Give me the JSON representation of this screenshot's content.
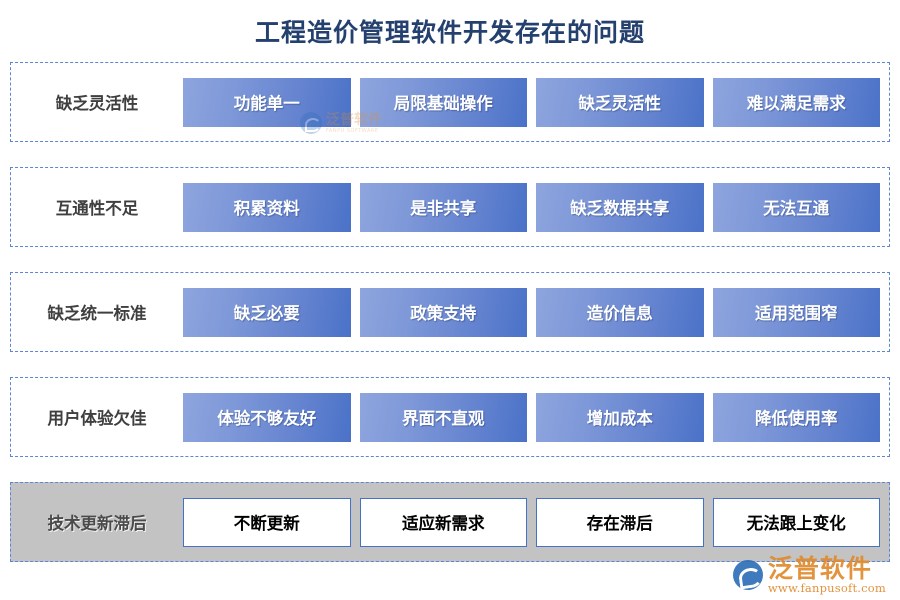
{
  "header": {
    "title": "工程造价管理软件开发存在的问题",
    "title_color": "#24406E"
  },
  "theme": {
    "cell_gradient_start": "#8EA5DE",
    "cell_gradient_end": "#4A72C8",
    "row_border_color": "#5B86D6",
    "highlight_row_bg": "#C3C3C3",
    "highlight_cell_border": "#4472C4",
    "label_color": "#3F3F3F"
  },
  "rows": [
    {
      "label": "缺乏灵活性",
      "highlighted": false,
      "cells": [
        "功能单一",
        "局限基础操作",
        "缺乏灵活性",
        "难以满足需求"
      ]
    },
    {
      "label": "互通性不足",
      "highlighted": false,
      "cells": [
        "积累资料",
        "是非共享",
        "缺乏数据共享",
        "无法互通"
      ]
    },
    {
      "label": "缺乏统一标准",
      "highlighted": false,
      "cells": [
        "缺乏必要",
        "政策支持",
        "造价信息",
        "适用范围窄"
      ]
    },
    {
      "label": "用户体验欠佳",
      "highlighted": false,
      "cells": [
        "体验不够友好",
        "界面不直观",
        "增加成本",
        "降低使用率"
      ]
    },
    {
      "label": "技术更新滞后",
      "highlighted": true,
      "cells": [
        "不断更新",
        "适应新需求",
        "存在滞后",
        "无法跟上变化"
      ]
    }
  ],
  "watermark": {
    "brand": "泛普软件",
    "brand_sub": "FANPU SOFTWARE",
    "url": "www.fanpusoft.com",
    "brand_color": "#E08A2E",
    "mark_color": "#2E6FB8"
  }
}
